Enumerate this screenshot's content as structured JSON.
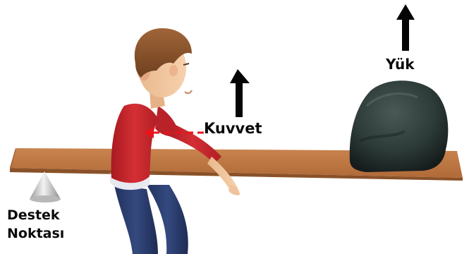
{
  "labels": {
    "force": "Kuvvet",
    "load": "Yük",
    "fulcrum_line1": "Destek",
    "fulcrum_line2": "Noktası"
  },
  "colors": {
    "plank": "#b36f3d",
    "shirt": "#c8262c",
    "pants": "#2b3d73",
    "rock": "#2c3a38",
    "arrow": "#050505",
    "force_arrow": "#e8141b",
    "fulcrum": "#d9d9d9"
  },
  "icons": {
    "force_arrow": "up-arrow-icon",
    "load_arrow": "up-arrow-icon",
    "applied_force": "dashed-left-arrow-icon"
  }
}
